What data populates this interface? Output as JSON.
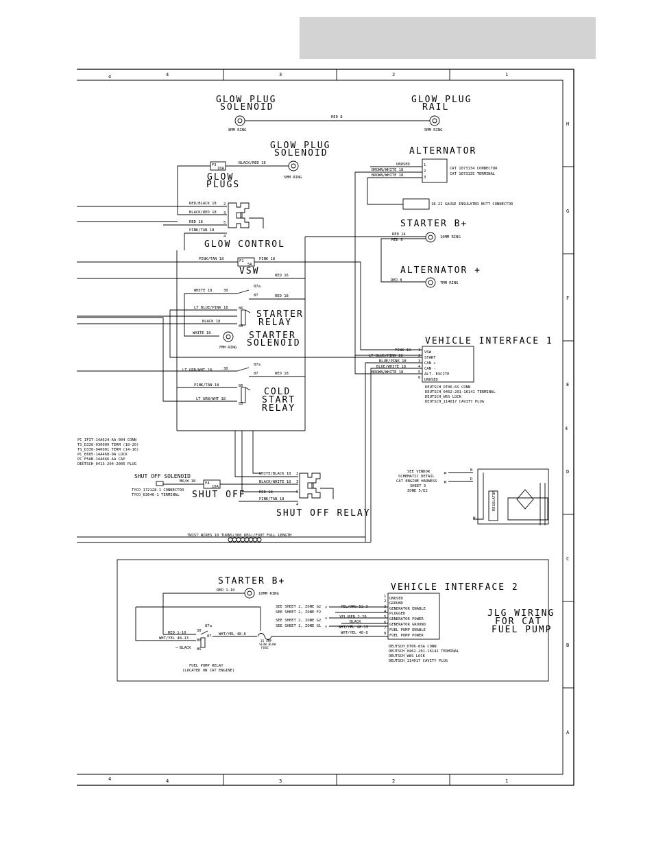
{
  "border": {
    "top_zones": [
      "4",
      "3",
      "2",
      "1"
    ],
    "bottom_zones": [
      "4",
      "3",
      "2",
      "1"
    ],
    "side_zones": [
      "H",
      "G",
      "F",
      "E",
      "D",
      "C",
      "B",
      "A"
    ],
    "corner_top": "4",
    "corner_bottom": "4",
    "side_mark": "4"
  },
  "components": {
    "gp_solenoid_top": [
      "GLOW PLUG",
      "SOLENOID"
    ],
    "gp_rail": [
      "GLOW PLUG",
      "RAIL"
    ],
    "gp_solenoid_2": [
      "GLOW PLUG",
      "SOLENOID"
    ],
    "glow_plugs": [
      "GLOW",
      "PLUGS"
    ],
    "alternator": "ALTERNATOR",
    "starter_b_plus": "STARTER B+",
    "alternator_plus": "ALTERNATOR +",
    "glow_control": "GLOW CONTROL",
    "vsw": "VSW",
    "starter_relay": [
      "STARTER",
      "RELAY"
    ],
    "starter_solenoid": [
      "STARTER",
      "SOLENOID"
    ],
    "vehicle_interface_1": "VEHICLE INTERFACE 1",
    "cold_start_relay": [
      "COLD",
      "START",
      "RELAY"
    ],
    "shut_off_solenoid": "SHUT OFF SOLENOID",
    "shut_off": "SHUT OFF",
    "shut_off_relay": "SHUT OFF RELAY",
    "starter_b_plus_2": "STARTER B+",
    "vehicle_interface_2": "VEHICLE INTERFACE 2",
    "jlg_note": [
      "JLG WIRING",
      "FOR CAT",
      "FUEL PUMP"
    ]
  },
  "terminals": {
    "ring_8mm": "8MM RING",
    "ring_5mm_a": "5MM RING",
    "ring_5mm_b": "5MM RING",
    "ring_10mm": "10MM RING",
    "ring_7mm_a": "7MM RING",
    "ring_7mm_b": "7MM RING",
    "ring_10mm_2": "10MM RING",
    "f3": "F3",
    "f3_amp": "10A",
    "f1": "F1",
    "f1_amp": "5A",
    "f4": "F4",
    "f4_amp": "10A"
  },
  "wires": {
    "red8_top": "RED 8",
    "black_red_18": "BLACK/RED 18",
    "unused_alt": "UNUSED",
    "brown_white_a": "BROWN/WHITE 18",
    "brown_white_b": "BROWN/WHITE 18",
    "alt_pins": [
      "1",
      "2",
      "3"
    ],
    "cat_conn": "CAT 1073134 CONNECTOR",
    "cat_term": "CAT 1073135 TERMINAL",
    "butt": "18-22 GAUGE INSULATED BUTT CONNECTOR",
    "red_14": "RED 14",
    "red_8_a": "RED 8",
    "red_8_b": "RED 8",
    "gc_w1": "RED/BLACK 18",
    "gc_w2": "BLACK/RED 18",
    "gc_w3": "RED 18",
    "gc_w4": "PINK/TAN 18",
    "gc_pins": [
      "2",
      "3",
      "5",
      "4"
    ],
    "pink_tan_18": "PINK/TAN 18",
    "pink_18": "PINK 18",
    "red_16": "RED 16",
    "white_18_a": "WHITE 18",
    "p30a": "30",
    "p87a_a": "87a",
    "p87_a": "87",
    "red_18_a": "RED 18",
    "lt_blue_pink": "LT BLUE/PINK 18",
    "p86_a": "86",
    "black_18": "BLACK 18",
    "p85_a": "85",
    "white_18_b": "WHITE 18",
    "lt_grn_wht_a": "LT GRN/WHT 18",
    "p30b": "30",
    "p87a_b": "87a",
    "p87_b": "87",
    "red_18_b": "RED 18",
    "pink_tan_b": "PINK/TAN 18",
    "p86_b": "86",
    "lt_grn_wht_b": "LT GRN/WHT 18",
    "p85_b": "85",
    "vi1_wires": [
      "PINK 18",
      "LT BLUE/PINK 18",
      "BLUE/PINK 18",
      "BLUE/WHITE 18",
      "BROWN/WHITE 18"
    ],
    "vi1_pins": [
      "1",
      "2",
      "3",
      "4",
      "5",
      "6"
    ],
    "vi1_funcs": [
      "VSW",
      "START",
      "CAN +",
      "CAN -",
      "ALT. EXCITE",
      "UNUSED"
    ],
    "vi1_notes": [
      "DEUTSCH_DT06-6S CONN",
      "DEUTSCH_0462-201-16141 TERMINAL",
      "DEUTSCH_W6S LOCK",
      "DEUTSCH_114017 CAVITY PLUG"
    ],
    "pc_notes": [
      "PC_IFIT-14A624-AA-004 CONN",
      "TS_D330-930009 TERM (18-20)",
      "TS_D330-940001 TERM (14-16)",
      "PC_E605-14A468-DA LOCK",
      "PC_F5AB-14A666-AA CAP",
      "DEUTSCH_0413-204-2005 PLUG"
    ],
    "bk_w_18": "BK/W 18",
    "tyco_conn": "TYCO_172128-1 CONNECTOR",
    "tyco_term": "TYCO_63646-1 TERMINAL",
    "so_wires": [
      "WHITE/BLACK 18",
      "BLACK/WHITE 18",
      "RED 18",
      "PINK/TAN 18"
    ],
    "so_pins": [
      "2",
      "3",
      "5",
      "4"
    ],
    "twist": "TWIST WIRES 10 TURNS(360 DEG)/FOOT FULL LENGTH",
    "vendor": [
      "SEE VENDOR",
      "SCHEMATIC DETAIL",
      "CAT ENGINE HARNESS",
      "SHEET 3",
      "ZONE 5/E2"
    ],
    "reg_b": "B",
    "reg_d": "D",
    "reg_w": "W",
    "regulator": "REGULATOR",
    "red_1_10_a": "RED 1-10",
    "see_sheet": [
      "SEE SHEET 2, ZONE G2",
      "SEE SHEET 2, ZONE F2",
      "SEE SHEET 2, ZONE G2",
      "SEE SHEET 2, ZONE G1"
    ],
    "vi2_wires": [
      "YEL/ORG 52-3",
      "YEL/RED 2-20",
      "BLACK",
      "WHT/YEL 48-13",
      "WHT/YEL 48-8"
    ],
    "vi2_pins": [
      "1",
      "2",
      "3",
      "4",
      "5",
      "6",
      "7",
      "8"
    ],
    "vi2_funcs": [
      "UNUSED",
      "GROUND",
      "GENERATOR ENABLE",
      "PLUGGED",
      "GENERATOR POWER",
      "GENERATOR GROUND",
      "FUEL PUMP ENABLE",
      "FUEL PUMP POWER"
    ],
    "vi2_notes": [
      "DEUTSCH_DT06-8SA CONN",
      "DEUTSCH_0462-201-16141 TERMINAL",
      "DEUTSCH_W8S LOCK",
      "DEUTSCH_114017 CAVITY PLUG"
    ],
    "fp_red": "RED 1-10",
    "fp_wht_13": "WHT/YEL 48-13",
    "fp_black": "BLACK",
    "fp_wht_8": "WHT/YEL 48-8",
    "fp_30": "30",
    "fp_87a": "87a",
    "fp_86": "86",
    "fp_87": "87",
    "fp_85": "85",
    "fuse_note": [
      "15 AMP",
      "SLOW BLOW",
      "FUSE"
    ],
    "fp_relay": [
      "FUEL PUMP RELAY",
      "(LOCATED ON CAT ENGINE)"
    ]
  }
}
